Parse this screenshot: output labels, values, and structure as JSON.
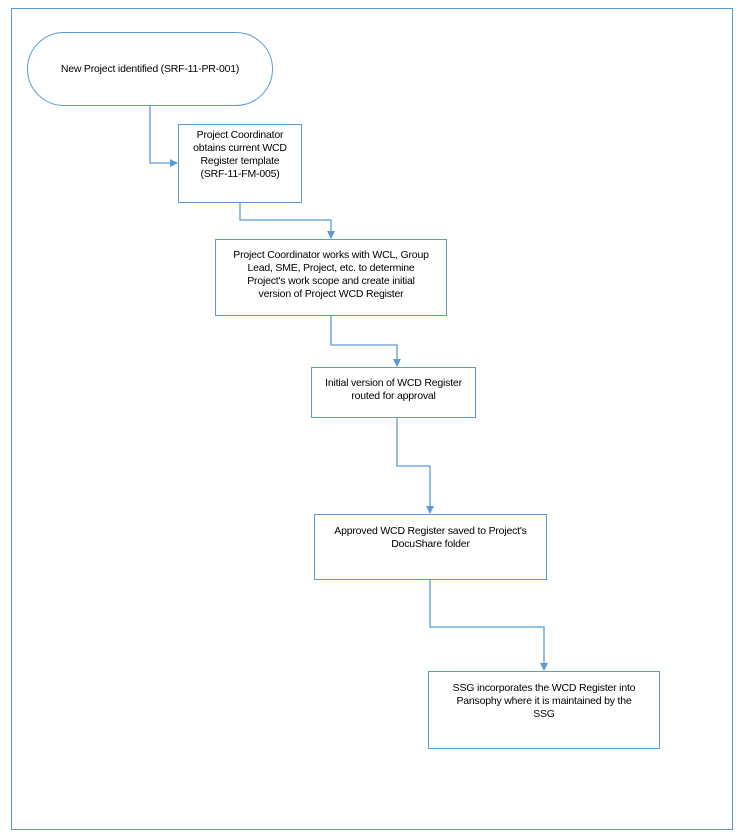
{
  "colors": {
    "border": "#5b9bd5",
    "text": "#000000",
    "background": "#ffffff"
  },
  "flowchart": {
    "nodes": [
      {
        "id": "start",
        "text": "New Project identified (SRF-11-PR-001)"
      },
      {
        "id": "step1",
        "text": "Project Coordinator\nobtains current WCD\nRegister template\n(SRF-11-FM-005)"
      },
      {
        "id": "step2",
        "text": "Project Coordinator works with WCL, Group\nLead, SME, Project, etc. to determine\nProject's work scope and create initial\nversion of Project WCD Register"
      },
      {
        "id": "step3",
        "text": "Initial version of WCD Register\nrouted for approval"
      },
      {
        "id": "step4",
        "text": "Approved WCD Register saved to Project's\nDocuShare folder"
      },
      {
        "id": "step5",
        "text": "SSG incorporates the WCD Register into\nPansophy where it is maintained by the\nSSG"
      }
    ]
  }
}
